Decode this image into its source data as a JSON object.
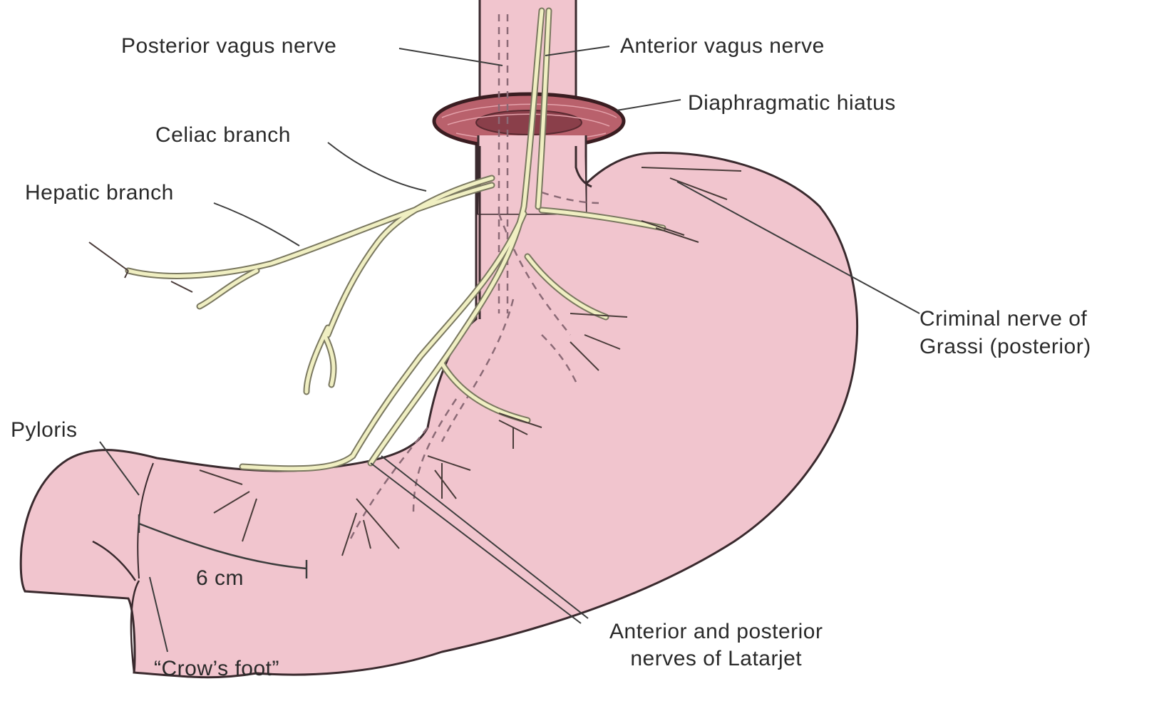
{
  "colors": {
    "stomach_fill": "#f1c5ce",
    "stomach_outline": "#3a2a2e",
    "nerve_fill": "#f0efc2",
    "nerve_outline": "#7a7860",
    "diaphragm": "#b9616c",
    "diaphragm_dark": "#3a1d21",
    "leader_line": "#3d3d3d",
    "text": "#2a2a2a"
  },
  "labels": {
    "posterior_vagus": "Posterior vagus nerve",
    "anterior_vagus": "Anterior vagus nerve",
    "diaphragmatic_hiatus": "Diaphragmatic hiatus",
    "celiac_branch": "Celiac branch",
    "hepatic_branch": "Hepatic branch",
    "criminal_nerve_line1": "Criminal nerve of",
    "criminal_nerve_line2": "Grassi (posterior)",
    "pyloris": "Pyloris",
    "six_cm": "6 cm",
    "crows_foot": "“Crow’s foot”",
    "latarjet_line1": "Anterior and posterior",
    "latarjet_line2": "nerves of Latarjet"
  }
}
